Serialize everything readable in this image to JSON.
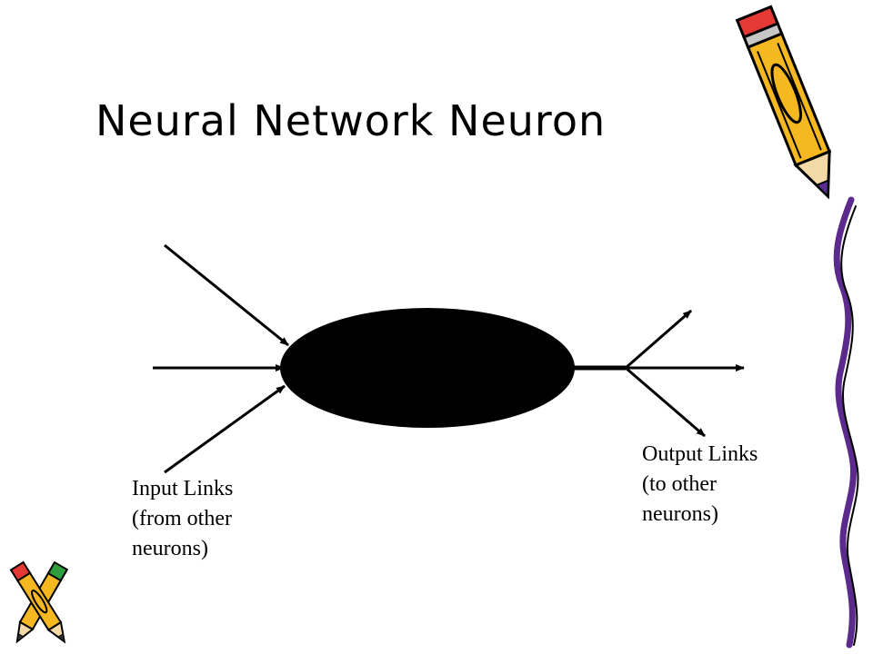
{
  "slide": {
    "title": "Neural Network Neuron"
  },
  "diagram": {
    "node_color": "#000000",
    "input_label_lines": [
      "Input Links",
      "(from other",
      "neurons)"
    ],
    "output_label_lines": [
      "Output Links",
      "(to other",
      "neurons)"
    ]
  },
  "decorations": {
    "top_right": "pencil-icon",
    "bottom_left": "pencils-icon",
    "right_edge": "squiggle-line"
  }
}
